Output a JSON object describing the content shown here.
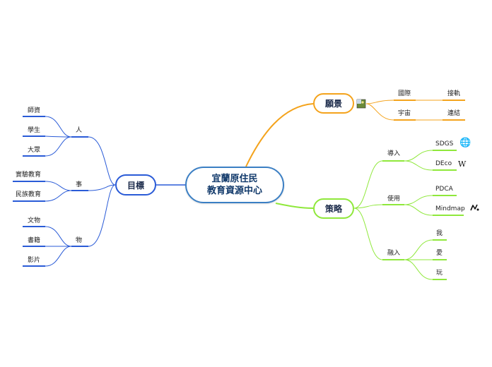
{
  "central": {
    "line1": "宜蘭原住民",
    "line2": "教育資源中心"
  },
  "goal": {
    "label": "目標",
    "groups": [
      {
        "label": "人",
        "items": [
          "師資",
          "學生",
          "大眾"
        ]
      },
      {
        "label": "事",
        "items": [
          "民族教育",
          "實驗教育"
        ]
      },
      {
        "label": "物",
        "items": [
          "文物",
          "書籍",
          "影片"
        ]
      }
    ]
  },
  "vision": {
    "label": "願景",
    "groups": [
      {
        "label": "國際",
        "child": "接軌"
      },
      {
        "label": "宇宙",
        "child": "連結"
      }
    ]
  },
  "strategy": {
    "label": "策略",
    "groups": [
      {
        "label": "導入",
        "items": [
          "SDGS",
          "DEco"
        ]
      },
      {
        "label": "使用",
        "items": [
          "PDCA",
          "Mindmap"
        ]
      },
      {
        "label": "融入",
        "items": [
          "我",
          "愛",
          "玩"
        ]
      }
    ]
  },
  "icons": {
    "globe": "globe-icon",
    "wikipedia": "wikipedia-icon",
    "mindmap": "mindmap-logo-icon",
    "picture": "picture-icon"
  },
  "colors": {
    "goal": "#2a5bd7",
    "vision": "#f4a31c",
    "strategy": "#8fe83b",
    "central": "#3b7fc4"
  }
}
